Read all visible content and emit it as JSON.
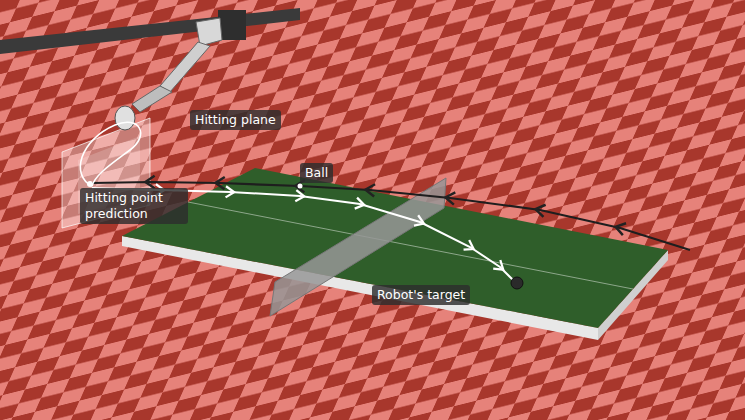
{
  "diagram": {
    "labels": [
      "Hitting plane",
      "Ball",
      "Hitting point prediction",
      "Robot's target"
    ]
  }
}
